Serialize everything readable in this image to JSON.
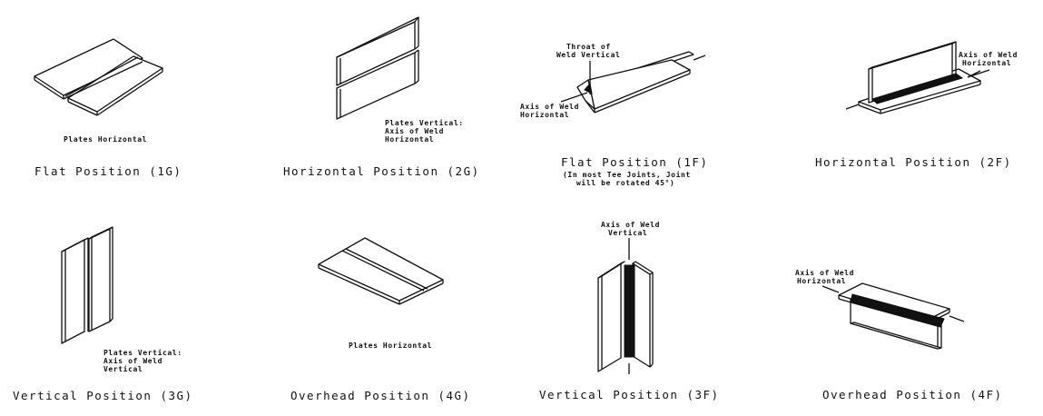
{
  "positions": [
    {
      "caption": "Flat Position (1G)",
      "notes": [
        "Plates Horizontal"
      ]
    },
    {
      "caption": "Horizontal Position (2G)",
      "notes": [
        "Plates Vertical:",
        "Axis of Weld",
        "Horizontal"
      ]
    },
    {
      "caption": "Flat Position (1F)",
      "subnote": [
        "(In most Tee Joints, Joint",
        "will be rotated 45°)"
      ],
      "notes": [
        "Throat of",
        "Weld Vertical"
      ],
      "axis_notes": [
        "Axis of Weld",
        "Horizontal"
      ]
    },
    {
      "caption": "Horizontal Position (2F)",
      "notes": [
        "Axis of Weld",
        "Horizontal"
      ]
    },
    {
      "caption": "Vertical Position (3G)",
      "notes": [
        "Plates Vertical:",
        "Axis of Weld",
        "Vertical"
      ]
    },
    {
      "caption": "Overhead Position (4G)",
      "notes": [
        "Plates Horizontal"
      ]
    },
    {
      "caption": "Vertical Position (3F)",
      "notes": [
        "Axis of Weld",
        "Vertical"
      ]
    },
    {
      "caption": "Overhead Position (4F)",
      "notes": [
        "Axis of Weld",
        "Horizontal"
      ]
    }
  ]
}
